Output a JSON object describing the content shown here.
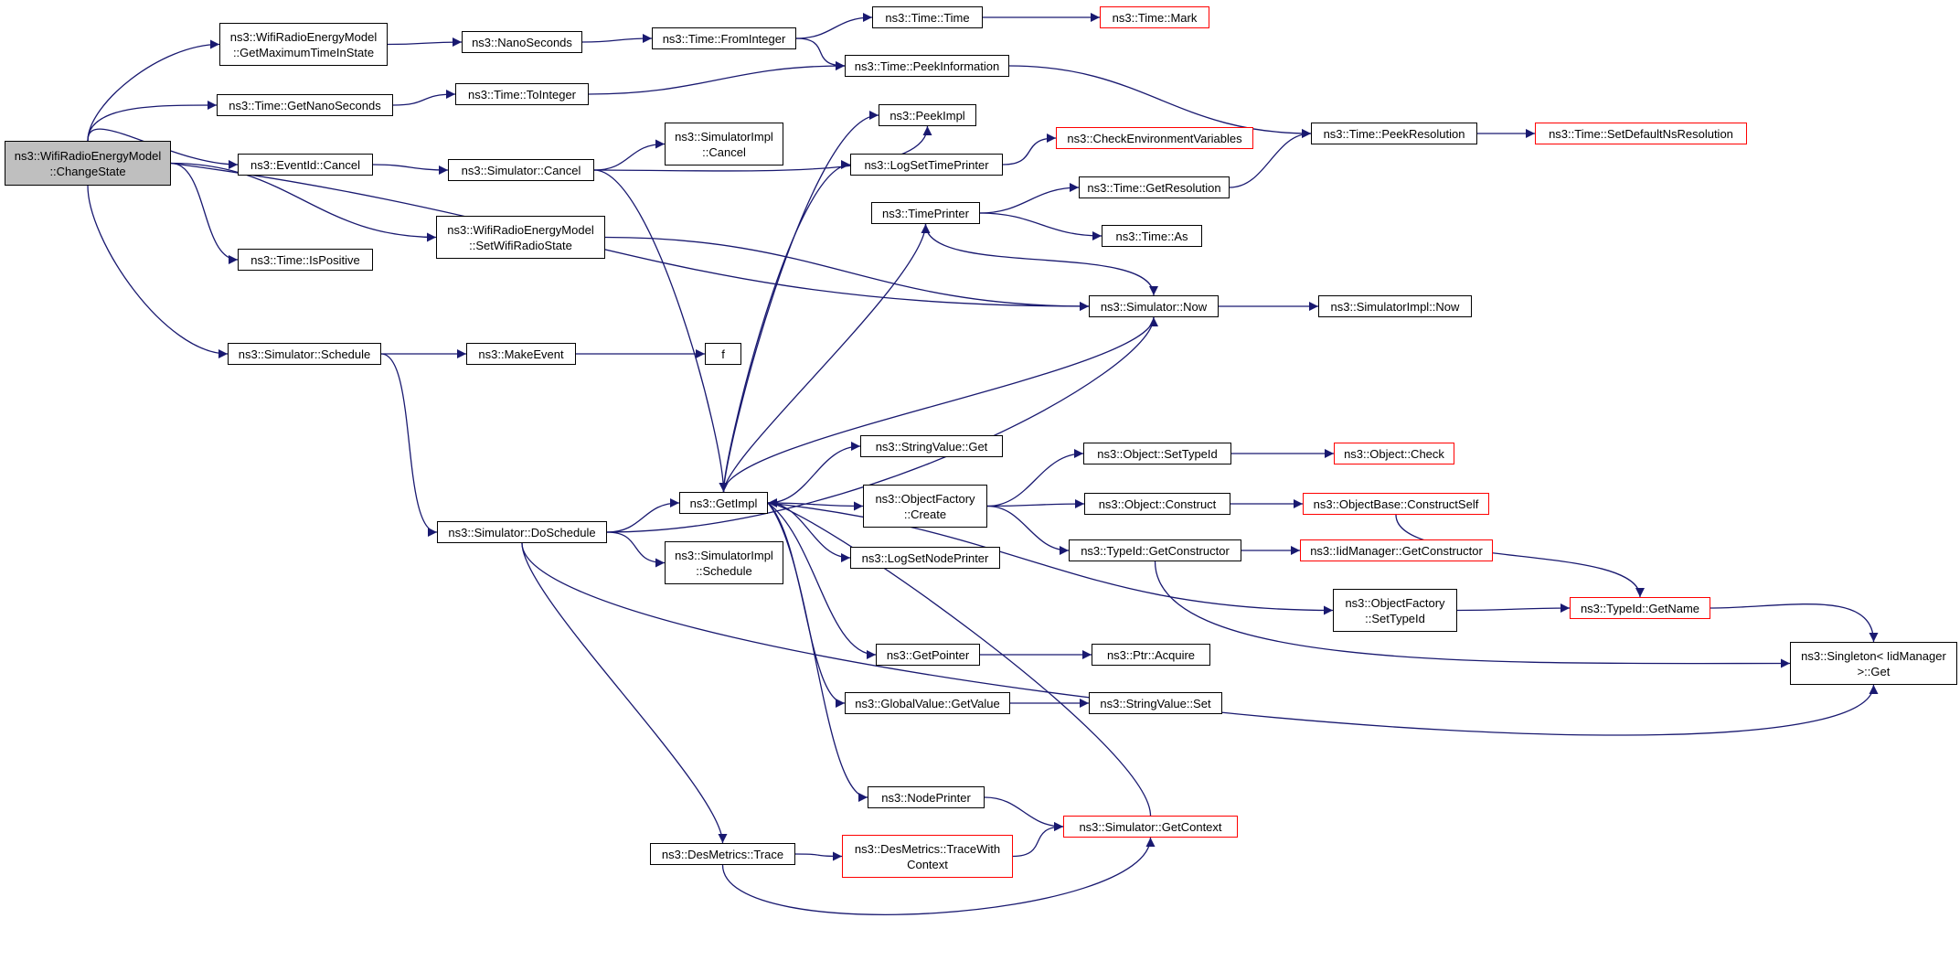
{
  "colors": {
    "edge": "#191970",
    "border": "#000000",
    "border_truncated": "#ff0000",
    "root_fill": "#bfbfbf",
    "background": "#ffffff"
  },
  "nodes": {
    "changestate": {
      "label": "ns3::WifiRadioEnergyModel\n::ChangeState",
      "style": "root"
    },
    "getmaxtime": {
      "label": "ns3::WifiRadioEnergyModel\n::GetMaximumTimeInState",
      "style": "normal"
    },
    "nanoseconds": {
      "label": "ns3::NanoSeconds",
      "style": "normal"
    },
    "frominteger": {
      "label": "ns3::Time::FromInteger",
      "style": "normal"
    },
    "time_time": {
      "label": "ns3::Time::Time",
      "style": "normal"
    },
    "time_mark": {
      "label": "ns3::Time::Mark",
      "style": "truncated"
    },
    "peekinformation": {
      "label": "ns3::Time::PeekInformation",
      "style": "normal"
    },
    "getnanoseconds": {
      "label": "ns3::Time::GetNanoSeconds",
      "style": "normal"
    },
    "tointeger": {
      "label": "ns3::Time::ToInteger",
      "style": "normal"
    },
    "peekresolution": {
      "label": "ns3::Time::PeekResolution",
      "style": "normal"
    },
    "setdefaultns": {
      "label": "ns3::Time::SetDefaultNsResolution",
      "style": "truncated"
    },
    "eventid_cancel": {
      "label": "ns3::EventId::Cancel",
      "style": "normal"
    },
    "simulator_cancel": {
      "label": "ns3::Simulator::Cancel",
      "style": "normal"
    },
    "simimpl_cancel": {
      "label": "ns3::SimulatorImpl\n::Cancel",
      "style": "normal"
    },
    "peekimpl": {
      "label": "ns3::PeekImpl",
      "style": "normal"
    },
    "logsettimeprinter": {
      "label": "ns3::LogSetTimePrinter",
      "style": "normal"
    },
    "checkenv": {
      "label": "ns3::CheckEnvironmentVariables",
      "style": "truncated"
    },
    "timeprinter": {
      "label": "ns3::TimePrinter",
      "style": "normal"
    },
    "getresolution": {
      "label": "ns3::Time::GetResolution",
      "style": "normal"
    },
    "time_as": {
      "label": "ns3::Time::As",
      "style": "normal"
    },
    "setwifiradiostate": {
      "label": "ns3::WifiRadioEnergyModel\n::SetWifiRadioState",
      "style": "normal"
    },
    "ispositive": {
      "label": "ns3::Time::IsPositive",
      "style": "normal"
    },
    "simulator_now": {
      "label": "ns3::Simulator::Now",
      "style": "normal"
    },
    "simimpl_now": {
      "label": "ns3::SimulatorImpl::Now",
      "style": "normal"
    },
    "simulator_schedule": {
      "label": "ns3::Simulator::Schedule",
      "style": "normal"
    },
    "makeevent": {
      "label": "ns3::MakeEvent",
      "style": "normal"
    },
    "f": {
      "label": "f",
      "style": "normal"
    },
    "stringvalue_get": {
      "label": "ns3::StringValue::Get",
      "style": "normal"
    },
    "object_settypeid": {
      "label": "ns3::Object::SetTypeId",
      "style": "normal"
    },
    "object_check": {
      "label": "ns3::Object::Check",
      "style": "truncated"
    },
    "getimpl": {
      "label": "ns3::GetImpl",
      "style": "normal"
    },
    "objectfactory_create": {
      "label": "ns3::ObjectFactory\n::Create",
      "style": "normal"
    },
    "object_construct": {
      "label": "ns3::Object::Construct",
      "style": "normal"
    },
    "constructself": {
      "label": "ns3::ObjectBase::ConstructSelf",
      "style": "truncated"
    },
    "doschedule": {
      "label": "ns3::Simulator::DoSchedule",
      "style": "normal"
    },
    "simimpl_schedule": {
      "label": "ns3::SimulatorImpl\n::Schedule",
      "style": "normal"
    },
    "logsetnodeprinter": {
      "label": "ns3::LogSetNodePrinter",
      "style": "normal"
    },
    "typeid_getconstructor": {
      "label": "ns3::TypeId::GetConstructor",
      "style": "normal"
    },
    "iidmanager_getconstructor": {
      "label": "ns3::IidManager::GetConstructor",
      "style": "truncated"
    },
    "of_settypeid": {
      "label": "ns3::ObjectFactory\n::SetTypeId",
      "style": "normal"
    },
    "typeid_getname": {
      "label": "ns3::TypeId::GetName",
      "style": "truncated"
    },
    "singleton_get": {
      "label": "ns3::Singleton< IidManager\n>::Get",
      "style": "normal"
    },
    "getpointer": {
      "label": "ns3::GetPointer",
      "style": "normal"
    },
    "ptr_acquire": {
      "label": "ns3::Ptr::Acquire",
      "style": "normal"
    },
    "globalvalue_getvalue": {
      "label": "ns3::GlobalValue::GetValue",
      "style": "normal"
    },
    "stringvalue_set": {
      "label": "ns3::StringValue::Set",
      "style": "normal"
    },
    "nodeprinter": {
      "label": "ns3::NodePrinter",
      "style": "normal"
    },
    "getcontext": {
      "label": "ns3::Simulator::GetContext",
      "style": "truncated"
    },
    "desmetrics_trace": {
      "label": "ns3::DesMetrics::Trace",
      "style": "normal"
    },
    "tracewithcontext": {
      "label": "ns3::DesMetrics::TraceWith\nContext",
      "style": "truncated"
    }
  },
  "edges": [
    [
      "changestate",
      "getmaxtime"
    ],
    [
      "changestate",
      "getnanoseconds"
    ],
    [
      "changestate",
      "eventid_cancel"
    ],
    [
      "changestate",
      "setwifiradiostate"
    ],
    [
      "changestate",
      "ispositive"
    ],
    [
      "changestate",
      "simulator_now"
    ],
    [
      "changestate",
      "simulator_schedule"
    ],
    [
      "getmaxtime",
      "nanoseconds"
    ],
    [
      "nanoseconds",
      "frominteger"
    ],
    [
      "frominteger",
      "time_time"
    ],
    [
      "frominteger",
      "peekinformation"
    ],
    [
      "time_time",
      "time_mark"
    ],
    [
      "getnanoseconds",
      "tointeger"
    ],
    [
      "tointeger",
      "peekinformation"
    ],
    [
      "peekinformation",
      "peekresolution"
    ],
    [
      "peekresolution",
      "setdefaultns"
    ],
    [
      "getresolution",
      "peekresolution"
    ],
    [
      "eventid_cancel",
      "simulator_cancel"
    ],
    [
      "simulator_cancel",
      "simimpl_cancel"
    ],
    [
      "simulator_cancel",
      "peekimpl"
    ],
    [
      "simulator_cancel",
      "getimpl"
    ],
    [
      "setwifiradiostate",
      "simulator_now"
    ],
    [
      "simulator_now",
      "simimpl_now"
    ],
    [
      "simulator_now",
      "getimpl"
    ],
    [
      "simulator_schedule",
      "makeevent"
    ],
    [
      "simulator_schedule",
      "doschedule"
    ],
    [
      "makeevent",
      "f"
    ],
    [
      "logsettimeprinter",
      "checkenv"
    ],
    [
      "timeprinter",
      "getresolution"
    ],
    [
      "timeprinter",
      "time_as"
    ],
    [
      "timeprinter",
      "simulator_now"
    ],
    [
      "getimpl",
      "peekimpl"
    ],
    [
      "getimpl",
      "logsettimeprinter"
    ],
    [
      "getimpl",
      "timeprinter"
    ],
    [
      "getimpl",
      "stringvalue_get"
    ],
    [
      "getimpl",
      "objectfactory_create"
    ],
    [
      "getimpl",
      "logsetnodeprinter"
    ],
    [
      "getimpl",
      "of_settypeid"
    ],
    [
      "getimpl",
      "getpointer"
    ],
    [
      "getimpl",
      "globalvalue_getvalue"
    ],
    [
      "getimpl",
      "nodeprinter"
    ],
    [
      "objectfactory_create",
      "object_settypeid"
    ],
    [
      "objectfactory_create",
      "object_construct"
    ],
    [
      "objectfactory_create",
      "typeid_getconstructor"
    ],
    [
      "object_settypeid",
      "object_check"
    ],
    [
      "object_construct",
      "constructself"
    ],
    [
      "constructself",
      "typeid_getname"
    ],
    [
      "typeid_getconstructor",
      "iidmanager_getconstructor"
    ],
    [
      "typeid_getconstructor",
      "singleton_get"
    ],
    [
      "of_settypeid",
      "typeid_getname"
    ],
    [
      "typeid_getname",
      "singleton_get"
    ],
    [
      "getpointer",
      "ptr_acquire"
    ],
    [
      "globalvalue_getvalue",
      "stringvalue_set"
    ],
    [
      "nodeprinter",
      "getcontext"
    ],
    [
      "getcontext",
      "getimpl"
    ],
    [
      "doschedule",
      "getimpl"
    ],
    [
      "doschedule",
      "simimpl_schedule"
    ],
    [
      "doschedule",
      "simulator_now"
    ],
    [
      "doschedule",
      "desmetrics_trace"
    ],
    [
      "doschedule",
      "singleton_get"
    ],
    [
      "desmetrics_trace",
      "tracewithcontext"
    ],
    [
      "desmetrics_trace",
      "getcontext"
    ],
    [
      "tracewithcontext",
      "getcontext"
    ]
  ]
}
